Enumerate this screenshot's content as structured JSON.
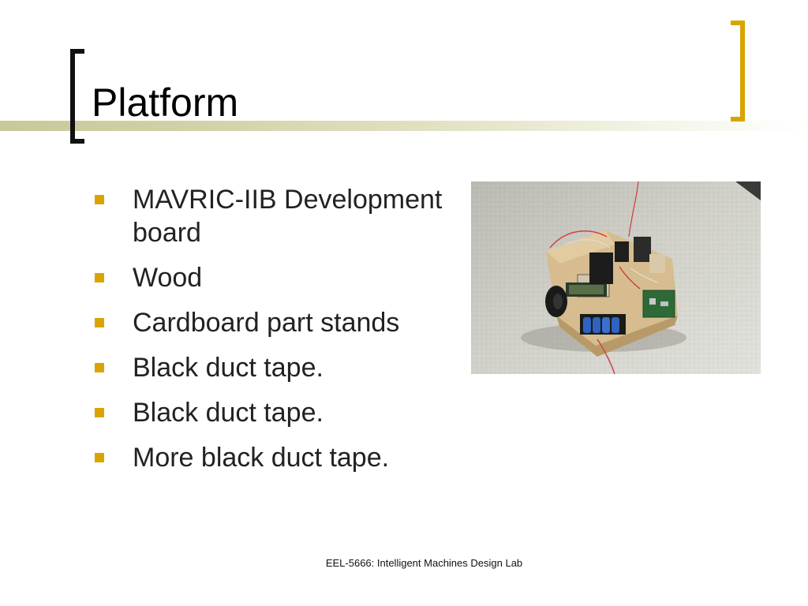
{
  "slide": {
    "title": "Platform",
    "bullets": [
      {
        "text": "MAVRIC-IIB Development board"
      },
      {
        "text": "Wood"
      },
      {
        "text": "Cardboard part stands"
      },
      {
        "text": "Black duct tape."
      },
      {
        "text": "Black duct tape."
      },
      {
        "text": "More black duct tape."
      }
    ],
    "footer": "EEL-5666: Intelligent Machines Design Lab"
  },
  "colors": {
    "accent": "#d9a400",
    "bracket_left": "#111111",
    "title_band": "#c8c89a"
  },
  "photo": {
    "subject": "robot-platform-photo"
  }
}
